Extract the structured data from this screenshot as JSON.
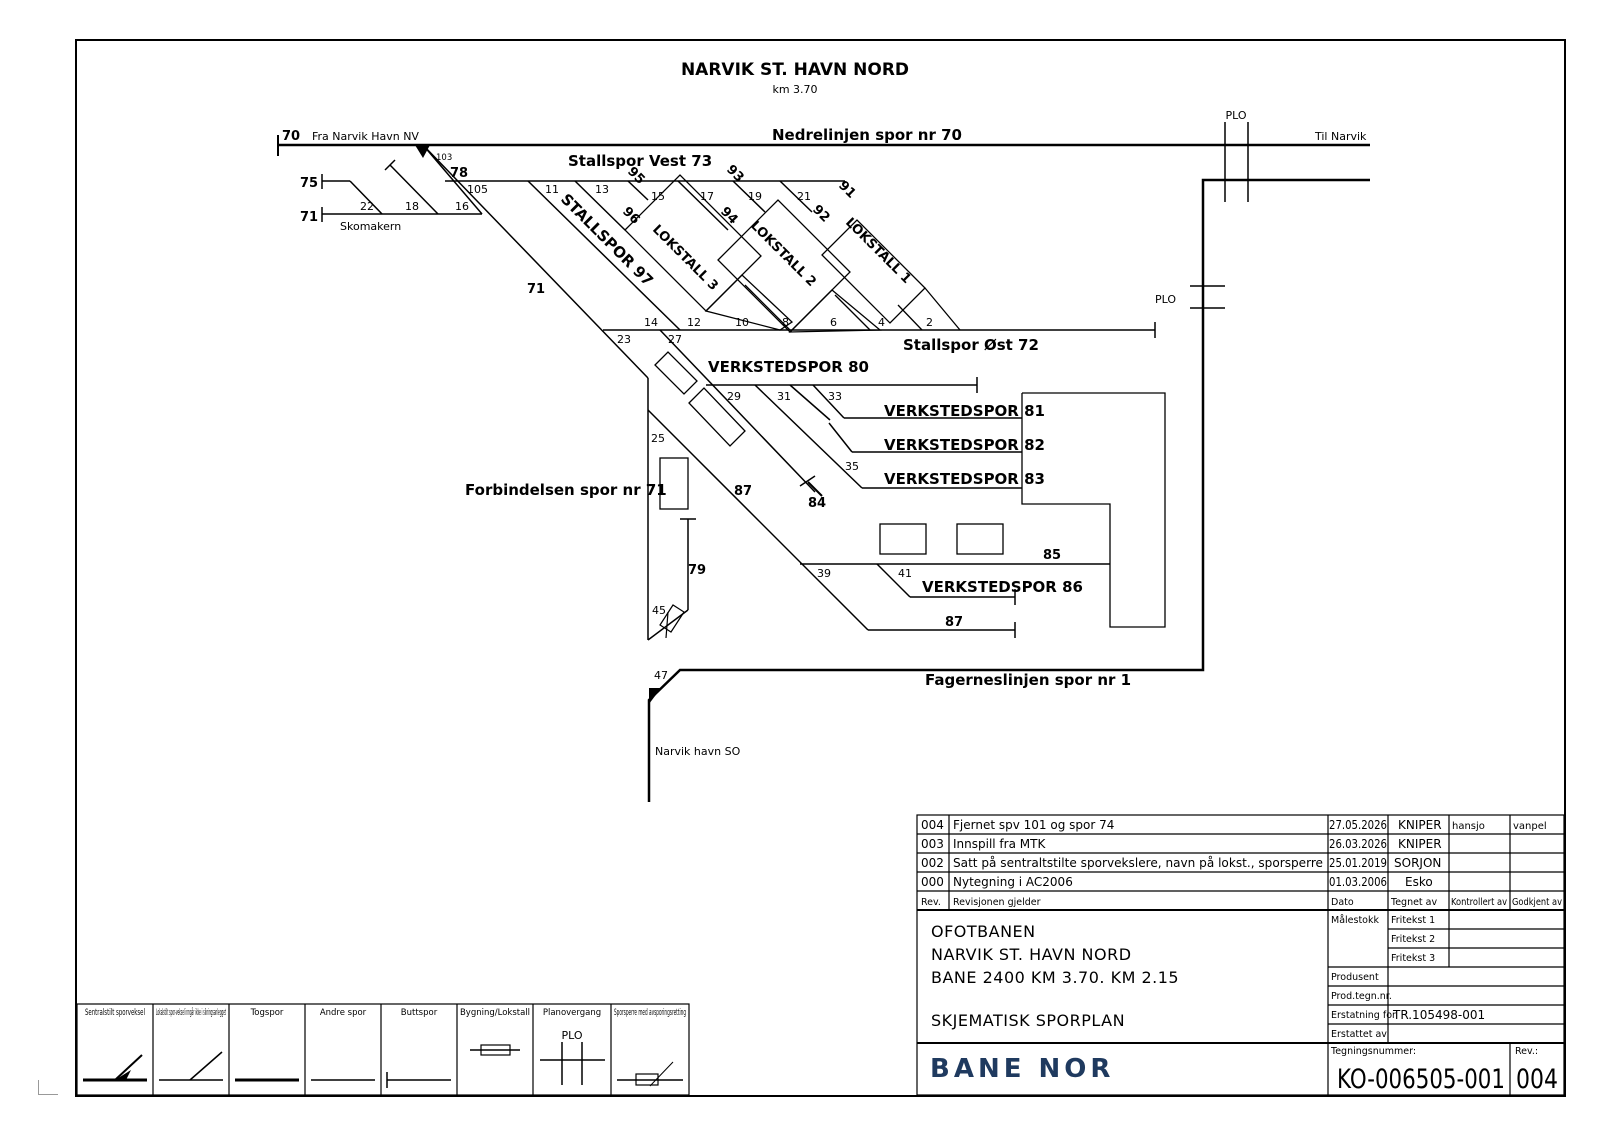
{
  "diagram": {
    "title": "NARVIK ST. HAVN NORD",
    "subtitle": "km 3.70",
    "tracks": {
      "nedrelinjen": "Nedrelinjen spor nr 70",
      "nr70": "70",
      "fra": "Fra Narvik Havn NV",
      "til": "Til Narvik",
      "plo_top": "PLO",
      "plo_mid": "PLO",
      "stallspor_vest": "Stallspor Vest 73",
      "stallspor_97": "STALLSPOR 97",
      "stallspor_ost": "Stallspor Øst 72",
      "lokstall1": "LOKSTALL 1",
      "lokstall2": "LOKSTALL 2",
      "lokstall3": "LOKSTALL 3",
      "verkstedspor80": "VERKSTEDSPOR 80",
      "verkstedspor81": "VERKSTEDSPOR 81",
      "verkstedspor82": "VERKSTEDSPOR 82",
      "verkstedspor83": "VERKSTEDSPOR 83",
      "verkstedspor86": "VERKSTEDSPOR 86",
      "forbindelsen": "Forbindelsen spor nr 71",
      "fagerneslinjen": "Fagerneslinjen spor nr 1",
      "narvik_havn_so": "Narvik havn SO",
      "skomakern": "Skomakern",
      "nr75": "75",
      "nr71a": "71",
      "nr71b": "71",
      "nr78": "78",
      "nr79": "79",
      "nr84": "84",
      "nr85": "85",
      "nr87a": "87",
      "nr87b": "87",
      "nr91": "91",
      "nr92": "92",
      "nr93": "93",
      "nr94": "94",
      "nr95": "95",
      "nr96": "96"
    },
    "switches": {
      "s103": "103",
      "s105": "105",
      "s22": "22",
      "s18": "18",
      "s16": "16",
      "s11": "11",
      "s13": "13",
      "s15": "15",
      "s17": "17",
      "s19": "19",
      "s21": "21",
      "s14": "14",
      "s12": "12",
      "s10": "10",
      "s8": "8",
      "s6": "6",
      "s4": "4",
      "s2": "2",
      "s23": "23",
      "s27": "27",
      "s29": "29",
      "s31": "31",
      "s33": "33",
      "s35": "35",
      "s25": "25",
      "s39": "39",
      "s41": "41",
      "s45": "45",
      "s47": "47"
    }
  },
  "legend": {
    "items": [
      {
        "label": "Sentralstilt sporveksel"
      },
      {
        "label": "Lokalstilt spor-veksel inngår ikke i sikringsanlegget"
      },
      {
        "label": "Togspor"
      },
      {
        "label": "Andre spor"
      },
      {
        "label": "Buttspor"
      },
      {
        "label": "Bygning/Lokstall"
      },
      {
        "label": "Planovergang"
      },
      {
        "label": "Sporsperre med avsporingsretting"
      }
    ],
    "plo": "PLO"
  },
  "revisions": [
    {
      "rev": "004",
      "text": "Fjernet spv 101 og spor 74",
      "date": "27.05.2026",
      "drawn": "KNIPER"
    },
    {
      "rev": "003",
      "text": "Innspill fra MTK",
      "date": "26.03.2026",
      "drawn": "KNIPER"
    },
    {
      "rev": "002",
      "text": "Satt på sentraltstilte sporvekslere, navn på lokst., sporsperre",
      "date": "25.01.2019",
      "drawn": "SORJON"
    },
    {
      "rev": "000",
      "text": "Nytegning i AC2006",
      "date": "01.03.2006",
      "drawn": "Esko"
    }
  ],
  "rev_header": {
    "rev": "Rev.",
    "text": "Revisjonen gjelder",
    "date": "Dato",
    "drawn": "Tegnet av",
    "checked": "Kontrollert av",
    "approved": "Godkjent av"
  },
  "title_block": {
    "line1": "OFOTBANEN",
    "line2": "NARVIK ST. HAVN NORD",
    "line3": "BANE 2400  KM 3.70. KM 2.15",
    "line4": "SKJEMATISK SPORPLAN",
    "malestokk": "Målestokk",
    "fritekst1": "Fritekst 1",
    "fritekst2": "Fritekst 2",
    "fritekst3": "Fritekst 3",
    "produsent": "Produsent",
    "prodtegn": "Prod.tegn.nr.",
    "erstatning_for": "Erstatning for",
    "erstatning_value": "TR.105498-001",
    "erstattet_av": "Erstattet av",
    "tegningsnummer_label": "Tegningsnummer:",
    "tegningsnummer": "KO-006505-001",
    "rev_label": "Rev.:",
    "rev_value": "004",
    "logo": "BANE NOR",
    "small_logo1": "hansjo",
    "small_logo2": "vanpel"
  }
}
